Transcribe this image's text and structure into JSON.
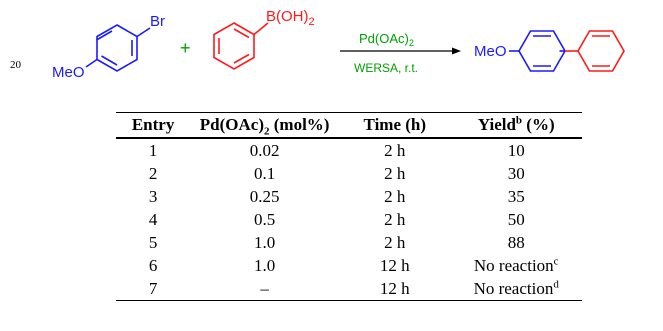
{
  "scheme": {
    "reactant1": {
      "substituent_top": "Br",
      "substituent_bottom": "MeO"
    },
    "plus": "+",
    "reactant2": {
      "substituent": "B(OH)2"
    },
    "catalyst": "Pd(OAc)2",
    "conditions": "WERSA, r.t.",
    "product": {
      "substituent": "MeO"
    },
    "colors": {
      "blue": "#1a1aff",
      "red": "#ff1a1a",
      "green": "#00a000",
      "black": "#000000"
    }
  },
  "page_number": "20",
  "table": {
    "headers": {
      "entry": "Entry",
      "pd_main": "Pd(OAc)",
      "pd_sub": "2",
      "pd_unit": " (mol%)",
      "time": "Time (h)",
      "yield_main": "Yield",
      "yield_sup": "b",
      "yield_unit": " (%)"
    },
    "rows": [
      {
        "entry": "1",
        "pd": "0.02",
        "time": "2 h",
        "yield": "10",
        "note": ""
      },
      {
        "entry": "2",
        "pd": "0.1",
        "time": "2 h",
        "yield": "30",
        "note": ""
      },
      {
        "entry": "3",
        "pd": "0.25",
        "time": "2 h",
        "yield": "35",
        "note": ""
      },
      {
        "entry": "4",
        "pd": "0.5",
        "time": "2 h",
        "yield": "50",
        "note": ""
      },
      {
        "entry": "5",
        "pd": "1.0",
        "time": "2 h",
        "yield": "88",
        "note": ""
      },
      {
        "entry": "6",
        "pd": "1.0",
        "time": "12 h",
        "yield": "No reaction",
        "note": "c"
      },
      {
        "entry": "7",
        "pd": "–",
        "time": "12 h",
        "yield": "No reaction",
        "note": "d"
      }
    ]
  }
}
